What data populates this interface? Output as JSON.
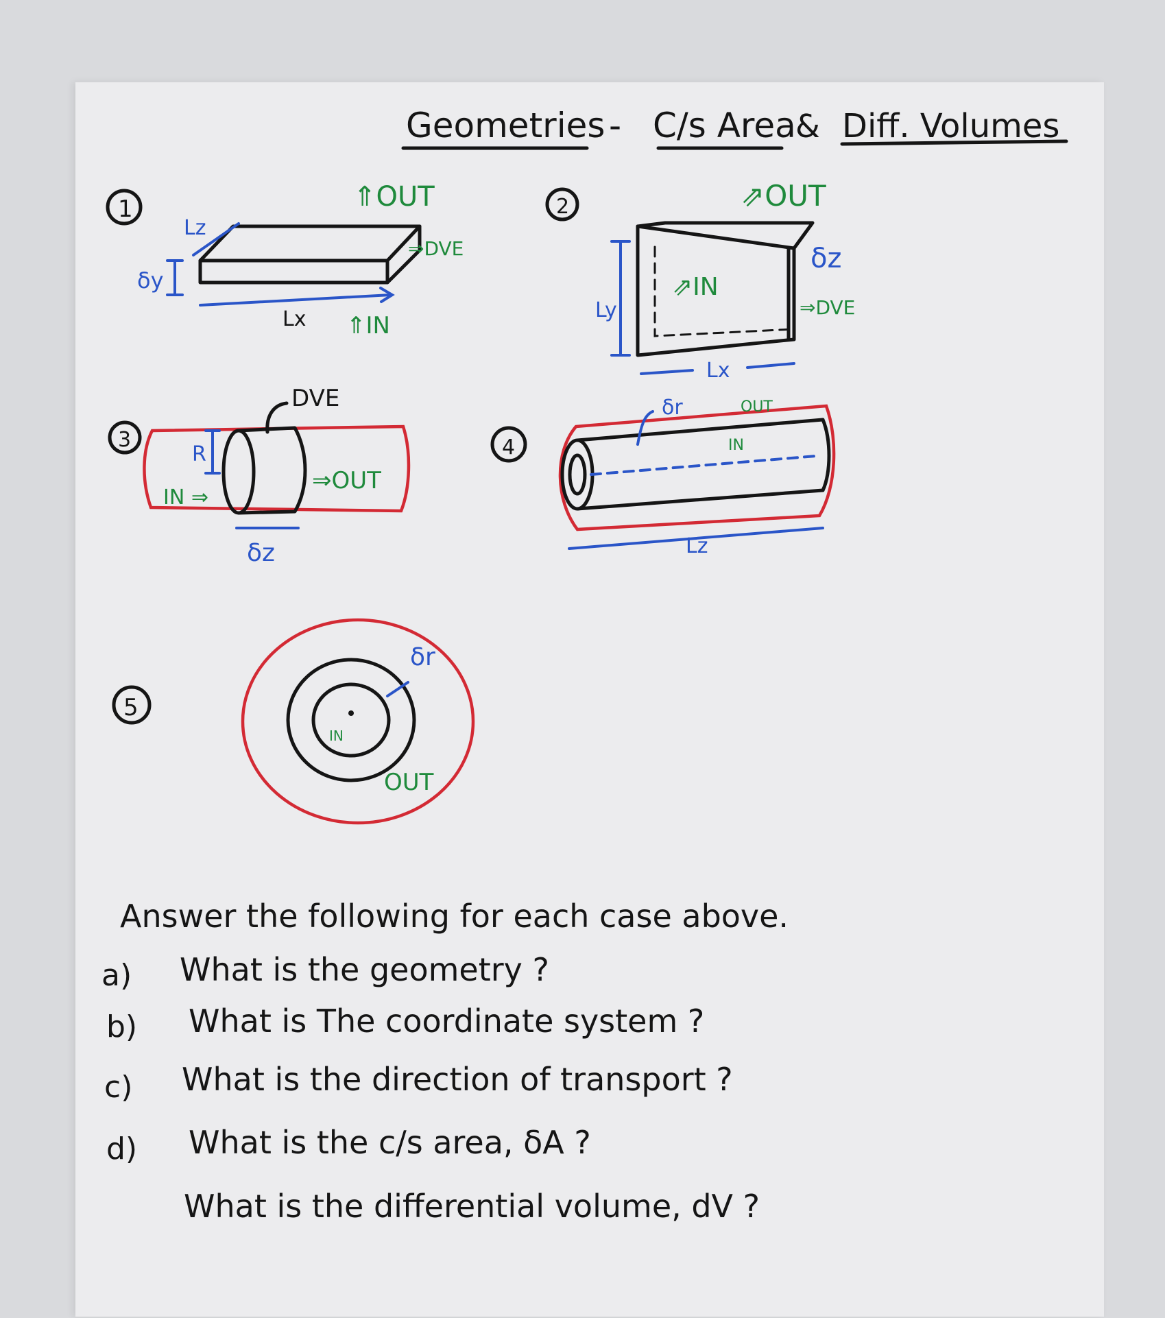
{
  "title": {
    "part1": "Geometries",
    "dash": "-",
    "part2": "C/s Area",
    "amp": "&",
    "part3": "Diff. Volumes"
  },
  "figures": {
    "f1": {
      "num": "1",
      "out": "⇑OUT",
      "in": "⇑IN",
      "dve": "⇒DVE",
      "lz": "Lz",
      "dy": "δy",
      "lx": "Lx"
    },
    "f2": {
      "num": "2",
      "out": "⇗OUT",
      "in": "⇗IN",
      "dve": "⇒DVE",
      "dz": "δz",
      "ly": "Ly",
      "lx": "Lx"
    },
    "f3": {
      "num": "3",
      "dve": "DVE",
      "r": "R",
      "in": "IN ⇒",
      "out": "⇒OUT",
      "dz": "δz"
    },
    "f4": {
      "num": "4",
      "dr": "δr",
      "out": "OUT",
      "in": "IN",
      "lz": "Lz"
    },
    "f5": {
      "num": "5",
      "dr": "δr",
      "in": "IN",
      "out": "OUT"
    }
  },
  "questions": {
    "intro": "Answer the following for each case above.",
    "items": [
      {
        "label": "a)",
        "text": "What is the geometry ?"
      },
      {
        "label": "b)",
        "text": "What is The coordinate system ?"
      },
      {
        "label": "c)",
        "text": "What is the direction of transport ?"
      },
      {
        "label": "d)",
        "text": "What is the c/s area, δA ?"
      },
      {
        "label": "",
        "text": "What is the differential volume, dV ?"
      }
    ]
  }
}
